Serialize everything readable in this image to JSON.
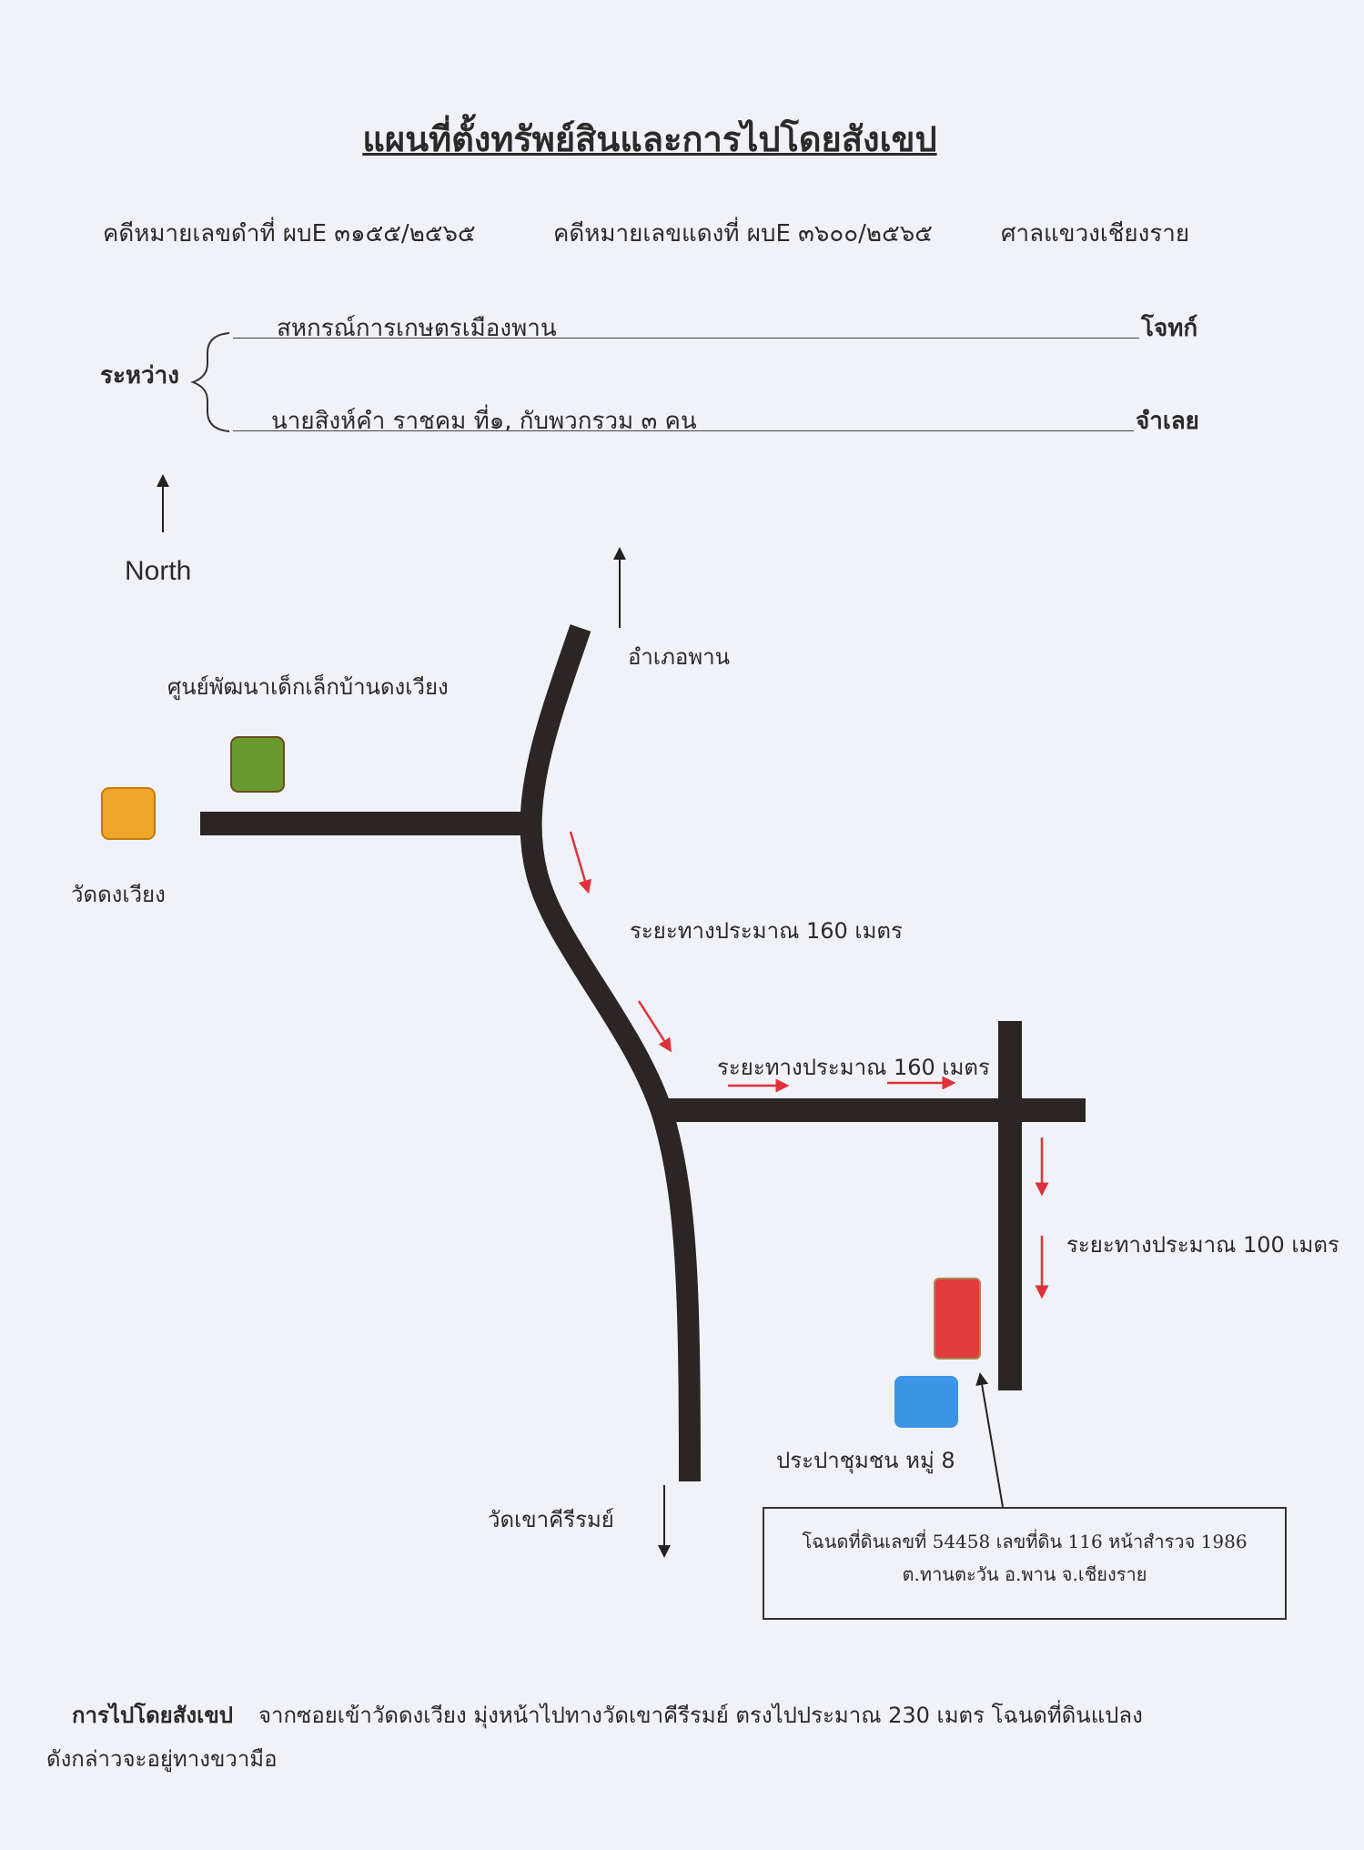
{
  "header": {
    "title": "แผนที่ตั้งทรัพย์สินและการไปโดยสังเขป",
    "black_case": "คดีหมายเลขดำที่  ผบE ๓๑๕๕/๒๕๖๕",
    "red_case": "คดีหมายเลขแดงที่  ผบE ๓๖๐๐/๒๕๖๕",
    "court": "ศาลแขวงเชียงราย"
  },
  "parties": {
    "between_label": "ระหว่าง",
    "plaintiff_name": "สหกรณ์การเกษตรเมืองพาน",
    "plaintiff_role": "โจทก์",
    "defendant_name": "นายสิงห์คำ ราชคม ที่๑, กับพวกรวม ๓ คน",
    "defendant_role": "จำเลย"
  },
  "map": {
    "north_label": "North",
    "north_destination": "อำเภอพาน",
    "south_destination": "วัดเขาคีรีรมย์",
    "landmarks": [
      {
        "id": "child-center",
        "label": "ศูนย์พัฒนาเด็กเล็กบ้านดงเวียง",
        "color": "#6a9a2e"
      },
      {
        "id": "temple-dong-wiang",
        "label": "วัดดงเวียง",
        "color": "#f0a62a"
      },
      {
        "id": "property",
        "label": "",
        "color": "#e23b3e"
      },
      {
        "id": "waterworks",
        "label": "ประปาชุมชน หมู่ 8",
        "color": "#3d95e6"
      }
    ],
    "distances": {
      "first_segment": "ระยะทางประมาณ 160 เมตร",
      "second_segment": "ระยะทางประมาณ 160 เมตร",
      "third_segment": "ระยะทางประมาณ 100 เมตร"
    },
    "route_arrow_color": "#e0313a",
    "road_color": "#2b2526",
    "deed_note": {
      "line1": "โฉนดที่ดินเลขที่ 54458 เลขที่ดิน 116 หน้าสำรวจ 1986",
      "line2": "ต.ทานตะวัน  อ.พาน  จ.เชียงราย"
    }
  },
  "footer": {
    "heading": "การไปโดยสังเขป",
    "text_line1": "จากซอยเข้าวัดดงเวียง  มุ่งหน้าไปทางวัดเขาคีรีรมย์ ตรงไปประมาณ 230 เมตร โฉนดที่ดินแปลง",
    "text_line2": "ดังกล่าวจะอยู่ทางขวามือ"
  }
}
